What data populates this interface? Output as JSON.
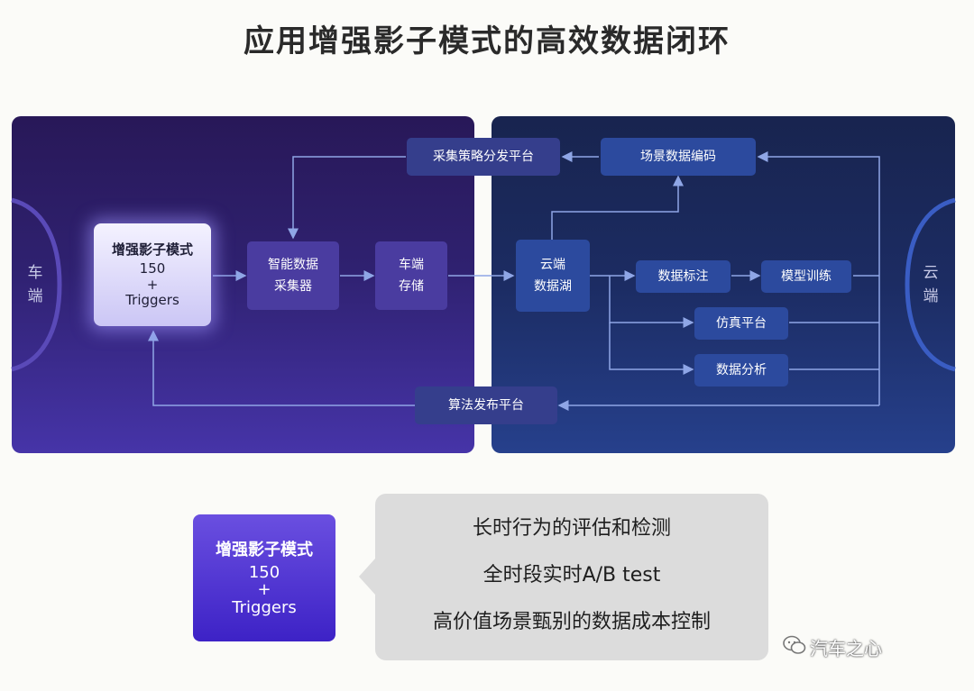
{
  "title": "应用增强影子模式的高效数据闭环",
  "sides": {
    "vehicle": "车端",
    "cloud": "云端"
  },
  "nodes": {
    "shadow_mode": {
      "title": "增强影子模式",
      "count": "150",
      "plus": "+",
      "triggers": "Triggers"
    },
    "collector": {
      "line1": "智能数据",
      "line2": "采集器"
    },
    "vehicle_storage": {
      "line1": "车端",
      "line2": "存储"
    },
    "data_lake": {
      "line1": "云端",
      "line2": "数据湖"
    },
    "strategy_platform": "采集策略分发平台",
    "scene_encoding": "场景数据编码",
    "labeling": "数据标注",
    "training": "模型训练",
    "simulation": "仿真平台",
    "analysis": "数据分析",
    "algorithm_release": "算法发布平台"
  },
  "summary_box": {
    "title": "增强影子模式",
    "count": "150",
    "plus": "+",
    "triggers": "Triggers"
  },
  "features": [
    "长时行为的评估和检测",
    "全时段实时A/B test",
    "高价值场景甄别的数据成本控制"
  ],
  "watermark": {
    "text": "汽车之心",
    "icon": "wechat-icon"
  }
}
